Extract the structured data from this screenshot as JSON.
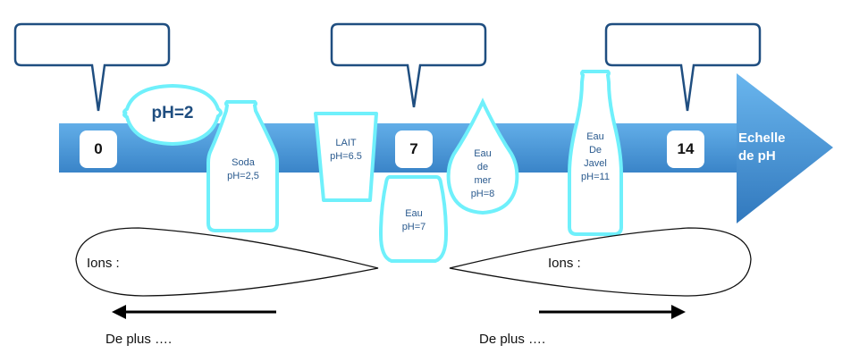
{
  "title": "Echelle de pH",
  "colors": {
    "band_top": "#62aee8",
    "band_bottom": "#3a84c8",
    "bubble_stroke": "#1f4e80",
    "object_stroke": "#6ff0fb",
    "object_text": "#2a5a8e"
  },
  "scale": {
    "label_line1": "Echelle",
    "label_line2": "de pH",
    "marks": [
      {
        "value": "0"
      },
      {
        "value": "7"
      },
      {
        "value": "14"
      }
    ]
  },
  "speech_bubbles": [
    {
      "text": ""
    },
    {
      "text": ""
    },
    {
      "text": ""
    }
  ],
  "objects": [
    {
      "name": "citron",
      "icon": "lemon-icon",
      "lines": [
        "pH=2"
      ]
    },
    {
      "name": "soda",
      "icon": "soda-bottle-icon",
      "lines": [
        "Soda",
        "pH=2,5"
      ]
    },
    {
      "name": "lait",
      "icon": "milk-glass-icon",
      "lines": [
        "LAIT",
        "pH=6.5"
      ]
    },
    {
      "name": "eau",
      "icon": "water-glass-icon",
      "lines": [
        "Eau",
        "pH=7"
      ]
    },
    {
      "name": "eau-de-mer",
      "icon": "water-drop-icon",
      "lines": [
        "Eau",
        "de",
        "mer",
        "pH=8"
      ]
    },
    {
      "name": "eau-de-javel",
      "icon": "bleach-bottle-icon",
      "lines": [
        "Eau",
        "De",
        "Javel",
        "pH=11"
      ]
    }
  ],
  "ions": {
    "left_label": "Ions :",
    "right_label": "Ions :"
  },
  "directions": {
    "left_label": "De plus ….",
    "right_label": "De plus …."
  }
}
